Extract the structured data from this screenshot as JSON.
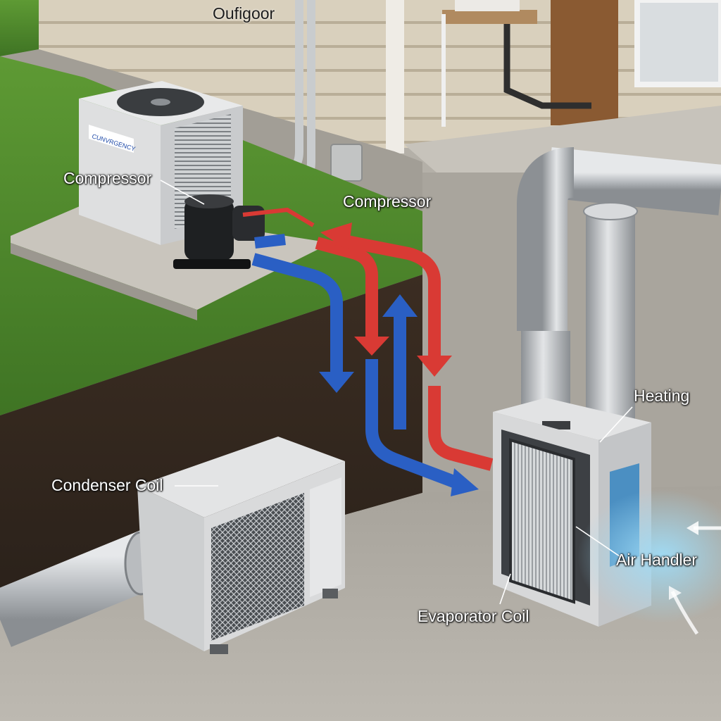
{
  "labels": {
    "outdoor": "Oufigoor",
    "compressor_left": "Compressor",
    "compressor_right": "Compressor",
    "heating": "Heating",
    "condenser_coil": "Condenser Coil",
    "air_handler": "Air Handler",
    "evaporator_coil": "Evaporator Coil",
    "unit_brand": "CUNVRGENCY"
  },
  "colors": {
    "hot_line": "#d93a34",
    "cold_line": "#2a5fc4",
    "grass": "#4f8a2c",
    "siding": "#d9d0bd",
    "concrete": "#a9a59c",
    "metal_duct": "#b9bcbf",
    "airflow": "#8fd3f2"
  }
}
